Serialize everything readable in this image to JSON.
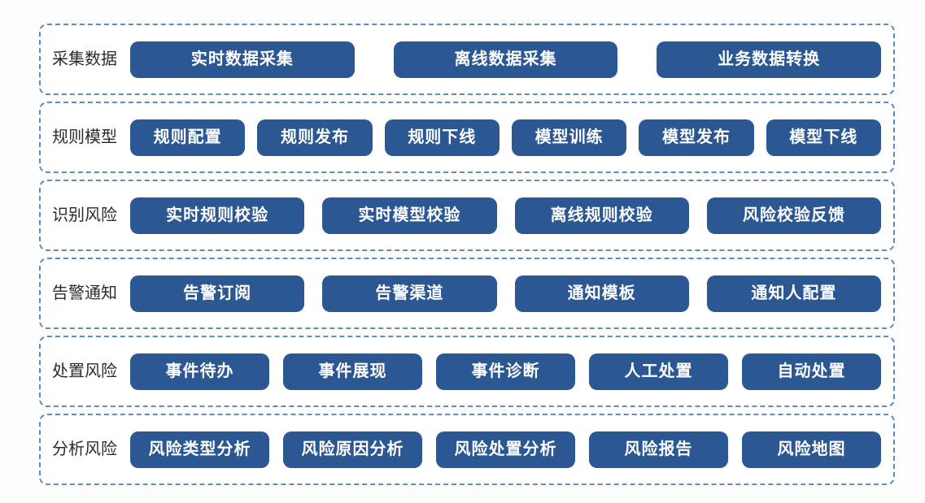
{
  "colors": {
    "button_bg": "#2b5792",
    "button_text": "#ffffff",
    "container_border": "#5d8bc7",
    "label_text": "#2b2b2b"
  },
  "rows": [
    {
      "label": "采集数据",
      "items": [
        "实时数据采集",
        "离线数据采集",
        "业务数据转换"
      ]
    },
    {
      "label": "规则模型",
      "items": [
        "规则配置",
        "规则发布",
        "规则下线",
        "模型训练",
        "模型发布",
        "模型下线"
      ]
    },
    {
      "label": "识别风险",
      "items": [
        "实时规则校验",
        "实时模型校验",
        "离线规则校验",
        "风险校验反馈"
      ]
    },
    {
      "label": "告警通知",
      "items": [
        "告警订阅",
        "告警渠道",
        "通知模板",
        "通知人配置"
      ]
    },
    {
      "label": "处置风险",
      "items": [
        "事件待办",
        "事件展现",
        "事件诊断",
        "人工处置",
        "自动处置"
      ]
    },
    {
      "label": "分析风险",
      "items": [
        "风险类型分析",
        "风险原因分析",
        "风险处置分析",
        "风险报告",
        "风险地图"
      ]
    }
  ]
}
